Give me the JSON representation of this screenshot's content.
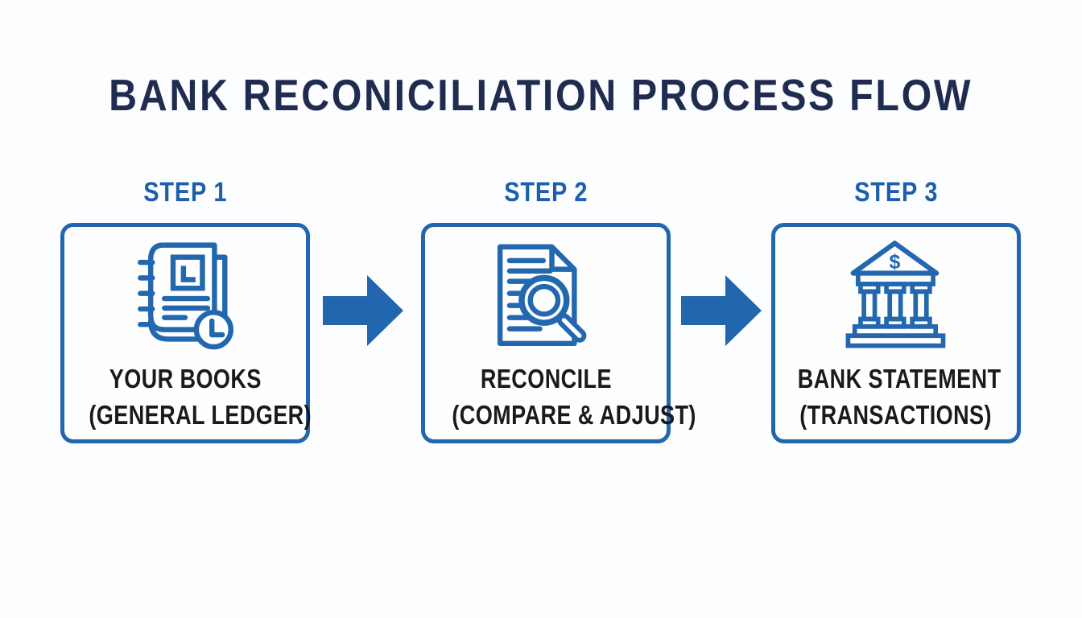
{
  "title": "BANK RECONICILIATION PROCESS FLOW",
  "colors": {
    "title_navy": "#1f2c50",
    "accent_blue": "#2166ae",
    "step_label_blue": "#1d5fad",
    "body_text": "#1a1a1a",
    "background": "#fcfdff"
  },
  "steps": [
    {
      "label": "STEP 1",
      "icon": "ledger-book-icon",
      "line1": "YOUR BOOKS",
      "line2": "(GENERAL LEDGER)"
    },
    {
      "label": "STEP 2",
      "icon": "document-magnifier-icon",
      "line1": "RECONCILE",
      "line2": "(COMPARE & ADJUST)"
    },
    {
      "label": "STEP 3",
      "icon": "bank-building-icon",
      "line1": "BANK STATEMENT",
      "line2": "(TRANSACTIONS)"
    }
  ],
  "arrows": [
    {
      "icon": "right-arrow-icon"
    },
    {
      "icon": "right-arrow-icon"
    }
  ],
  "bank_icon_symbol": "$"
}
